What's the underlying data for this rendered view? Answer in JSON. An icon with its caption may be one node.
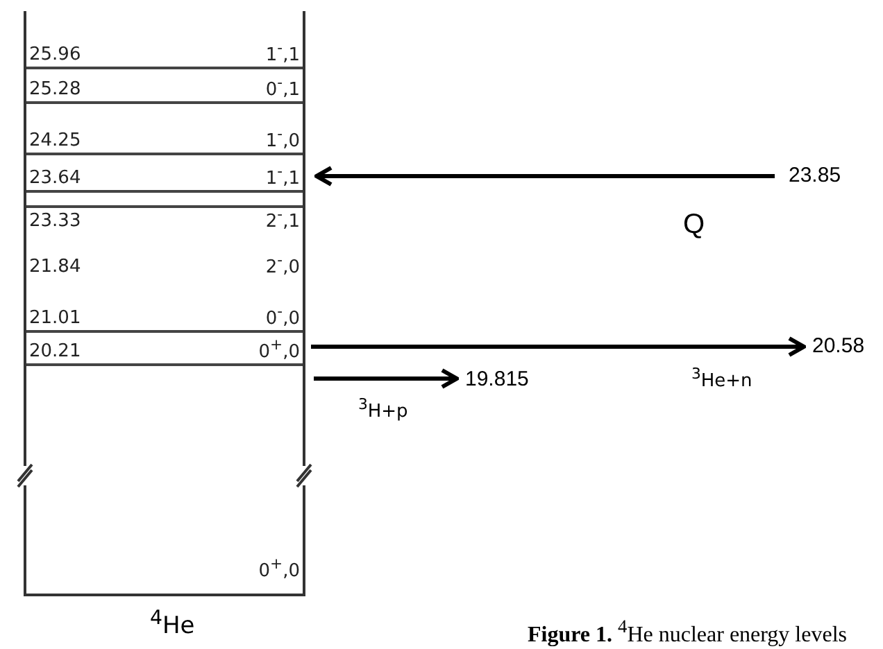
{
  "diagram": {
    "caption": "**Figure 1.** $^{4}$He nuclear energy levels",
    "nodes": [
      {
        "text": [],
        "shape": "box"
      },
      {
        "text": [
          "25.96",
          "1$^{-}$,1"
        ],
        "in": 0
      },
      {
        "text": [
          "25.28",
          "0$^{-}$,1"
        ],
        "in": 0
      },
      {
        "text": [
          "24.25",
          "1$^{-}$,0"
        ],
        "in": 0
      },
      {
        "text": [
          "23.64",
          "1$^{-}$,1"
        ],
        "in": 0
      },
      {
        "text": [
          "23.33",
          "2$^{-}$,1"
        ],
        "in": 0
      },
      {
        "text": [
          "21.84",
          "2$^{-}$,0"
        ],
        "in": 0
      },
      {
        "text": [
          "21.01",
          "0$^{-}$,0"
        ],
        "in": 0
      },
      {
        "text": [
          "20.21",
          "0$^{+}$,0"
        ],
        "in": 0
      },
      {
        "text": [
          "0$^{+}$,0"
        ],
        "in": 0
      },
      {
        "text": [
          "23.85"
        ]
      },
      {
        "text": [
          "20.58"
        ]
      },
      {
        "text": [
          "19.815"
        ]
      }
    ],
    "edges": [
      {
        "from": 10,
        "to": 4,
        "arrow": "to",
        "label": "Q"
      },
      {
        "from": 8,
        "to": 11,
        "arrow": "to",
        "label": "$^{3}$He+n"
      },
      {
        "from": 0,
        "to": 12,
        "arrow": "to",
        "label": "$^{3}$H+p"
      }
    ],
    "labels": [
      "$^{4}$He"
    ]
  }
}
